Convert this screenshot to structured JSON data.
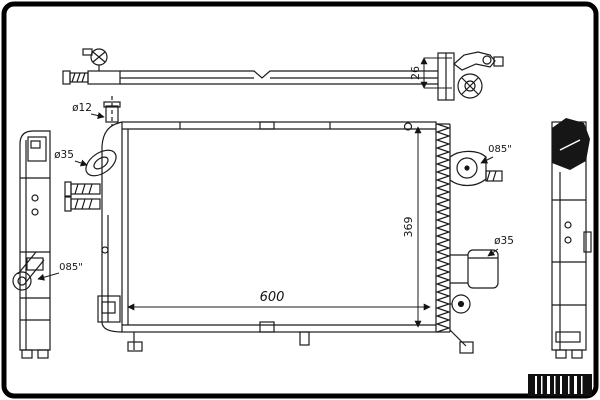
{
  "drawing": {
    "dimensions": {
      "width": "600",
      "height": "369",
      "depth": "26"
    },
    "callouts": {
      "inlet_small": "ø12",
      "filler_left": "ø35",
      "outlet_right": "ø35",
      "hose_left": "085\"",
      "hose_right": "085\""
    }
  }
}
